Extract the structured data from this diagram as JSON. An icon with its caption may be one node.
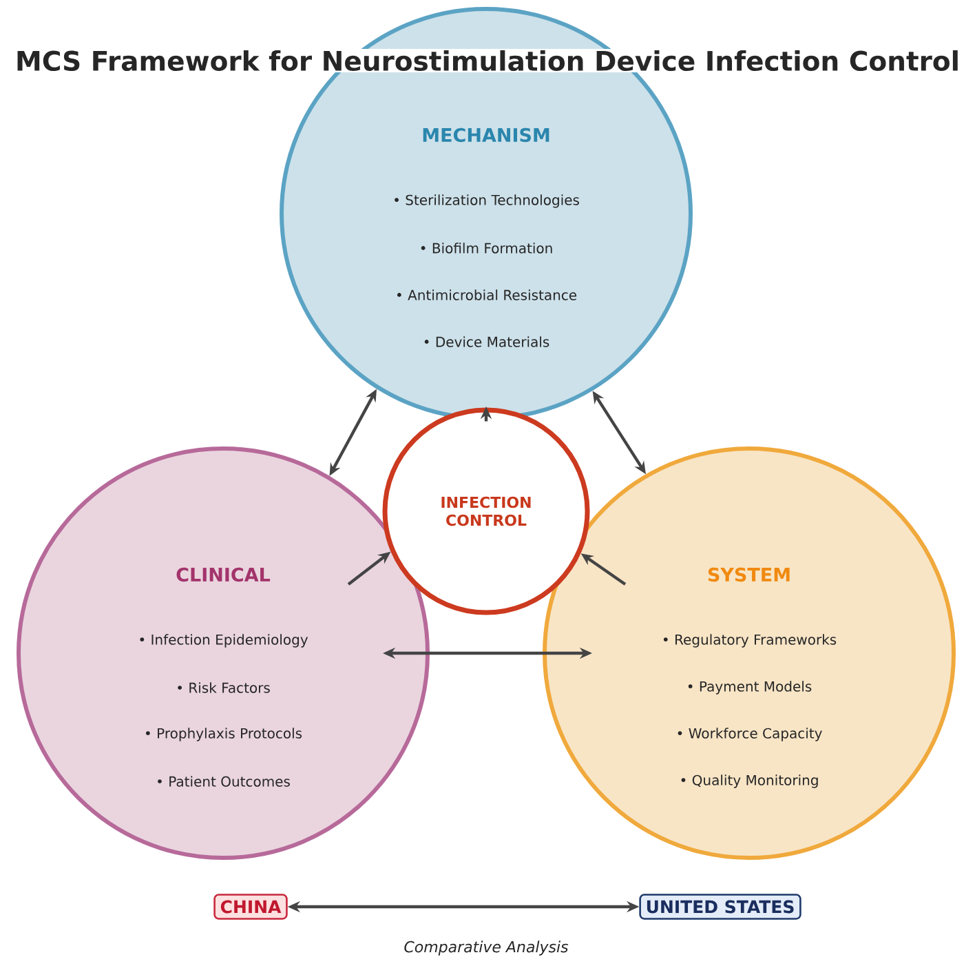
{
  "diagram": {
    "title": "MCS Framework for Neurostimulation Device Infection Control",
    "nodes": [
      {
        "text": [
          "MECHANISM",
          "• Sterilization Technologies",
          "• Biofilm Formation",
          "• Antimicrobial Resistance",
          "• Device Materials"
        ]
      },
      {
        "text": [
          "CLINICAL",
          "• Infection Epidemiology",
          "• Risk Factors",
          "• Prophylaxis Protocols",
          "• Patient Outcomes"
        ]
      },
      {
        "text": [
          "SYSTEM",
          "• Regulatory Frameworks",
          "• Payment Models",
          "• Workforce Capacity",
          "• Quality Monitoring"
        ]
      },
      {
        "text": [
          "INFECTION CONTROL"
        ]
      },
      {
        "text": [
          "CHINA"
        ]
      },
      {
        "text": [
          "UNITED STATES"
        ]
      }
    ],
    "edges": [
      {
        "from": 0,
        "to": 1,
        "arrow": "both"
      },
      {
        "from": 0,
        "to": 2,
        "arrow": "both"
      },
      {
        "from": 3,
        "to": 0,
        "arrow": "to"
      },
      {
        "from": 1,
        "to": 3,
        "arrow": "to"
      },
      {
        "from": 2,
        "to": 3,
        "arrow": "to"
      },
      {
        "from": 1,
        "to": 2,
        "arrow": "both"
      },
      {
        "from": 4,
        "to": 5,
        "arrow": "both",
        "label": "Comparative Analysis"
      }
    ]
  }
}
